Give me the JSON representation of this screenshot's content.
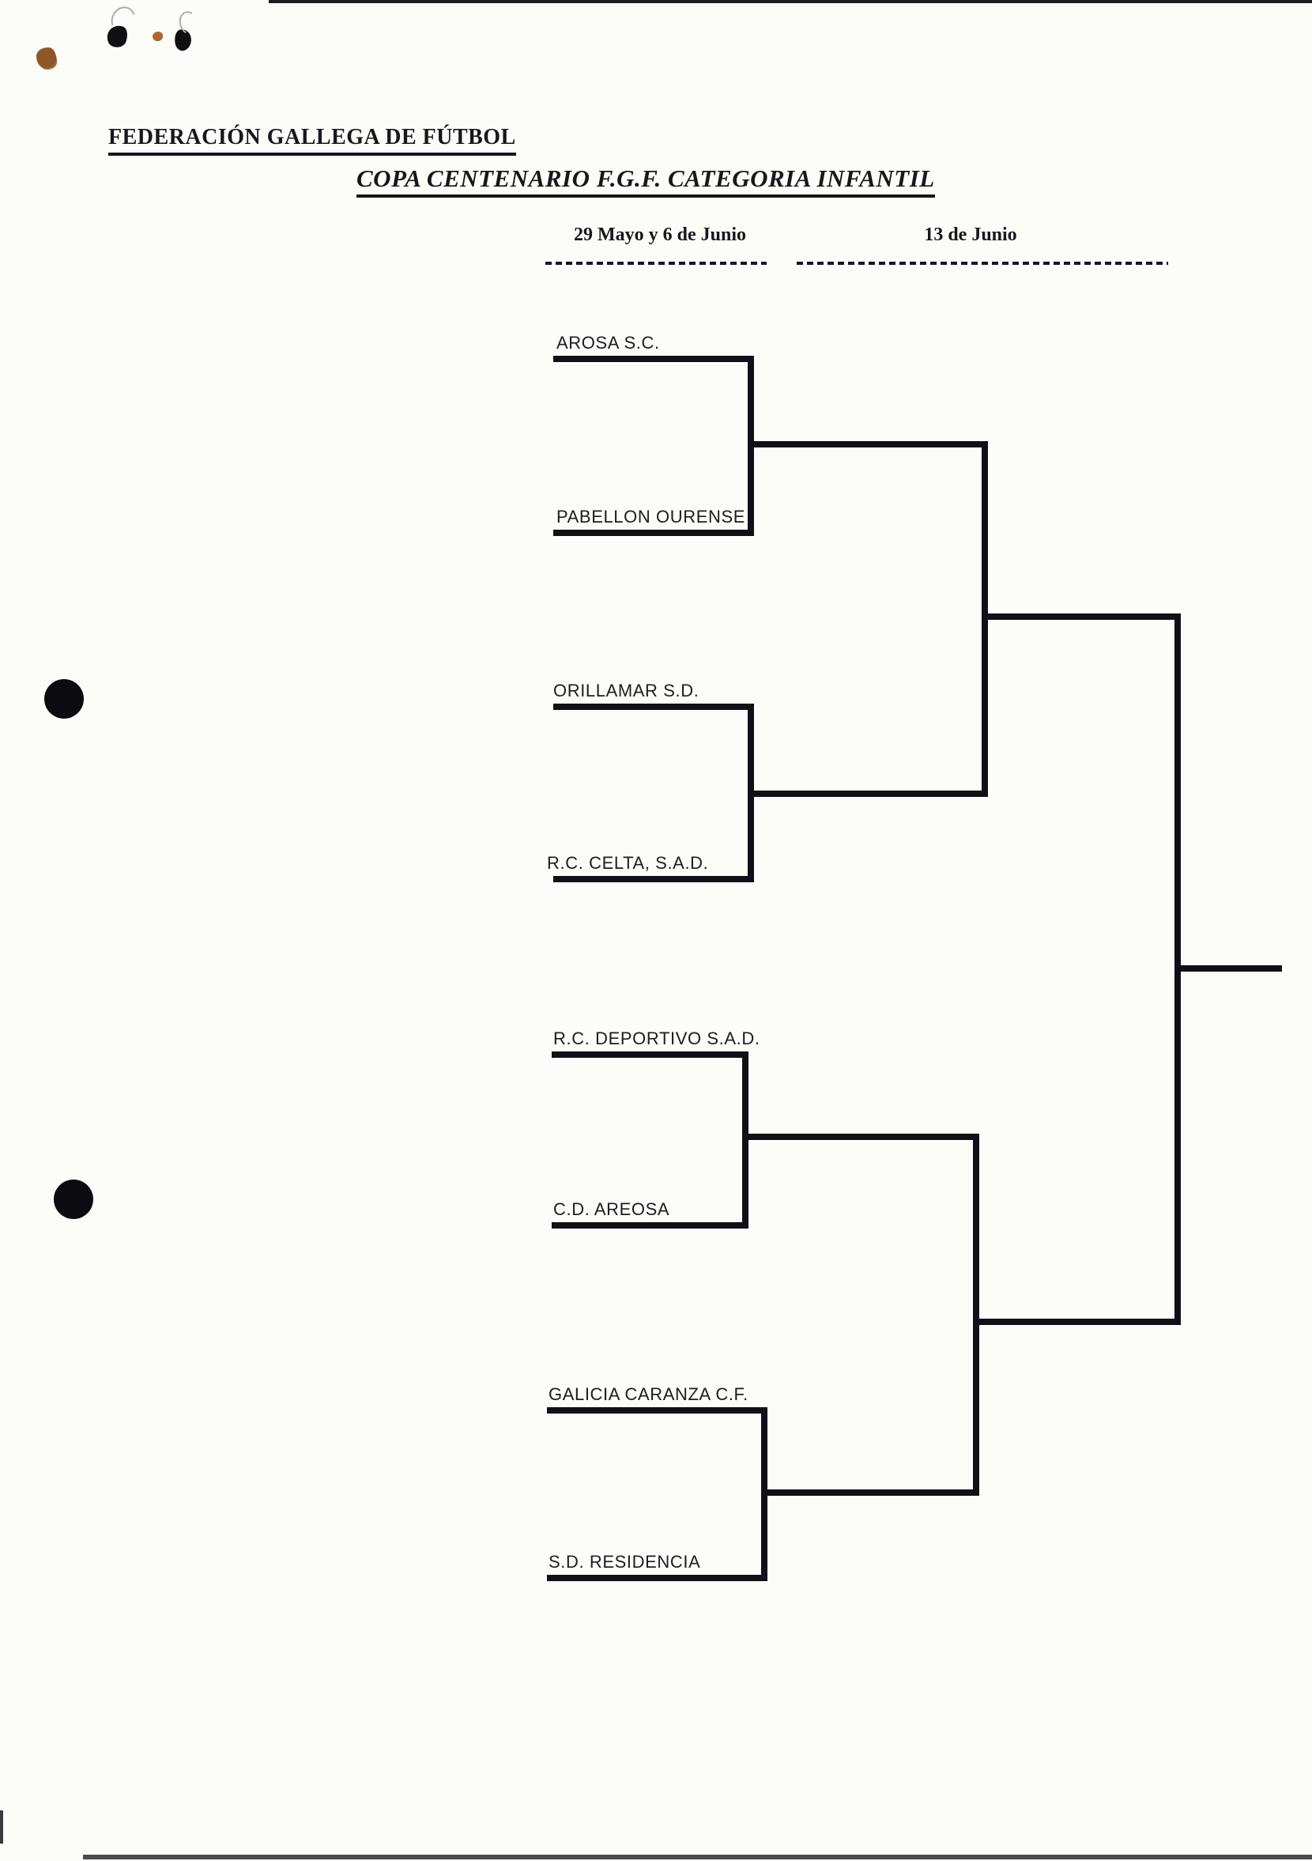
{
  "document": {
    "federation": "FEDERACIÓN GALLEGA DE FÚTBOL",
    "title": "COPA CENTENARIO F.G.F. CATEGORIA INFANTIL"
  },
  "rounds": [
    {
      "label": "29 Mayo y 6 de Junio"
    },
    {
      "label": "13 de Junio"
    }
  ],
  "bracket": {
    "teams": [
      "AROSA S.C.",
      "PABELLON OURENSE",
      "ORILLAMAR S.D.",
      "R.C. CELTA, S.A.D.",
      "R.C. DEPORTIVO S.A.D.",
      "C.D. AREOSA",
      "GALICIA CARANZA C.F.",
      "S.D. RESIDENCIA"
    ],
    "round1_pairings": [
      [
        "AROSA S.C.",
        "PABELLON OURENSE"
      ],
      [
        "ORILLAMAR S.D.",
        "R.C. CELTA, S.A.D."
      ],
      [
        "R.C. DEPORTIVO S.A.D.",
        "C.D. AREOSA"
      ],
      [
        "GALICIA CARANZA C.F.",
        "S.D. RESIDENCIA"
      ]
    ]
  },
  "colors": {
    "ink": "#101016",
    "paper": "#fcfcf9",
    "stain_brown": "#8f5628"
  }
}
